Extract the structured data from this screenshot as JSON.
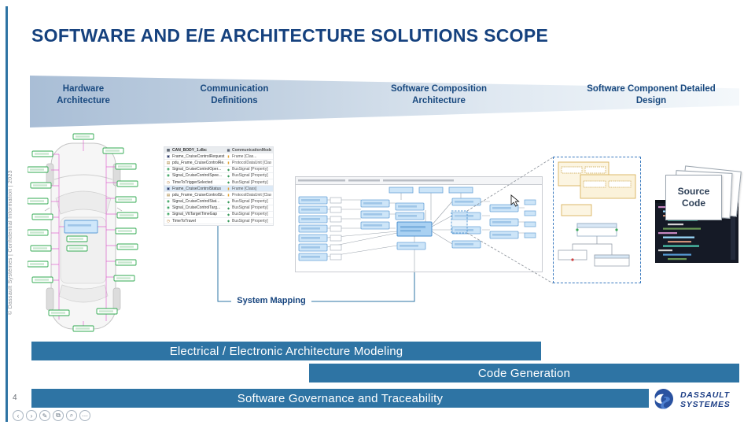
{
  "slide": {
    "title": "SOFTWARE AND E/E ARCHITECTURE SOLUTIONS SCOPE",
    "page_number": "4",
    "copyright_vertical": "© Dassault Systèmes | Confidential Information | 2023"
  },
  "colors": {
    "accent_bar": "#2e74a4",
    "title_blue": "#15417e"
  },
  "funnel": {
    "columns": [
      {
        "label": "Hardware Architecture"
      },
      {
        "label": "Communication Definitions"
      },
      {
        "label": "Software Composition Architecture"
      },
      {
        "label": "Software Component Detailed Design"
      }
    ]
  },
  "system_mapping_label": "System Mapping",
  "source_code_label": "Source Code",
  "can_table": {
    "icon_glyphs": {
      "model": "▦",
      "frame": "▣",
      "pdu": "▤",
      "signal": "◉",
      "clock": "◷",
      "class": "▮",
      "property": "◆"
    },
    "rows": [
      {
        "icon": "model",
        "name": "CAN_BODY_1.dbc",
        "type": "CommunicationModel",
        "ticon": "model",
        "header": true
      },
      {
        "icon": "frame",
        "name": "Frame_CruiseControlRequest",
        "type": "Frame [Clas...",
        "ticon": "class"
      },
      {
        "icon": "pdu",
        "name": "pdu_Frame_CruiseControlRe...",
        "type": "ProtocolDataUnit [Clas...",
        "ticon": "class"
      },
      {
        "icon": "signal",
        "name": "Signal_CruiseControlOper...",
        "type": "BusSignal [Property]",
        "ticon": "property"
      },
      {
        "icon": "signal",
        "name": "Signal_CruiseControlSpee...",
        "type": "BusSignal [Property]",
        "ticon": "property"
      },
      {
        "icon": "clock",
        "name": "TimeToTriggerSelected",
        "type": "BusSignal [Property]",
        "ticon": "property"
      },
      {
        "icon": "frame",
        "name": "Frame_CruiseControlStatus",
        "type": "Frame [Class]",
        "ticon": "class",
        "selected": true
      },
      {
        "icon": "pdu",
        "name": "pdu_Frame_CruiseControlSt...",
        "type": "ProtocolDataUnit [Clas...",
        "ticon": "class"
      },
      {
        "icon": "signal",
        "name": "Signal_CruiseControlStat...",
        "type": "BusSignal [Property]",
        "ticon": "property"
      },
      {
        "icon": "signal",
        "name": "Signal_CruiseControlTarg...",
        "type": "BusSignal [Property]",
        "ticon": "property"
      },
      {
        "icon": "signal",
        "name": "Signal_VttTargetTimeGap",
        "type": "BusSignal [Property]",
        "ticon": "property"
      },
      {
        "icon": "clock",
        "name": "TimeToTravel",
        "type": "BusSignal [Property]",
        "ticon": "property"
      }
    ]
  },
  "bars": [
    {
      "label": "Electrical / Electronic Architecture Modeling"
    },
    {
      "label": "Code Generation"
    },
    {
      "label": "Software Governance and Traceability"
    }
  ],
  "logo": {
    "line1": "DASSAULT",
    "line2": "SYSTEMES"
  },
  "controls": [
    {
      "name": "back",
      "glyph": "‹"
    },
    {
      "name": "forward",
      "glyph": "›"
    },
    {
      "name": "pen",
      "glyph": "✎"
    },
    {
      "name": "slides",
      "glyph": "⧉"
    },
    {
      "name": "zoom",
      "glyph": "⌕"
    },
    {
      "name": "more",
      "glyph": "⋯"
    }
  ]
}
